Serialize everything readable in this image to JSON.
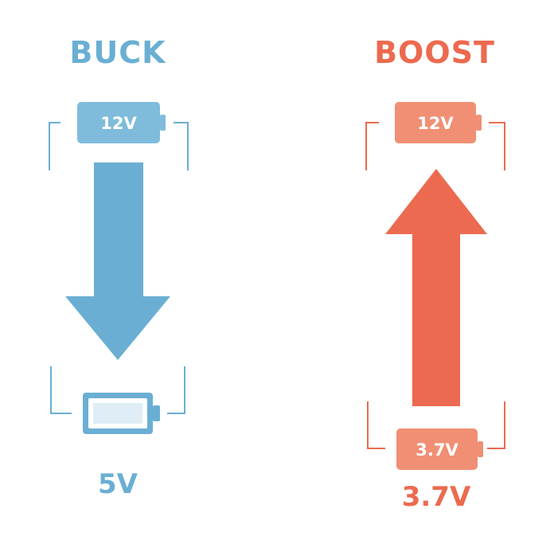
{
  "colors": {
    "buck": "#6aafd3",
    "boost": "#ec6a4f",
    "buck_light": "#7fbcdc",
    "boost_light": "#f08f74"
  },
  "buck": {
    "title": "BUCK",
    "input_voltage": "12V",
    "output_voltage": "5V",
    "arrow_direction": "down"
  },
  "boost": {
    "title": "BOOST",
    "output_voltage": "12V",
    "battery_voltage": "3.7V",
    "input_voltage": "3.7V",
    "arrow_direction": "up"
  }
}
